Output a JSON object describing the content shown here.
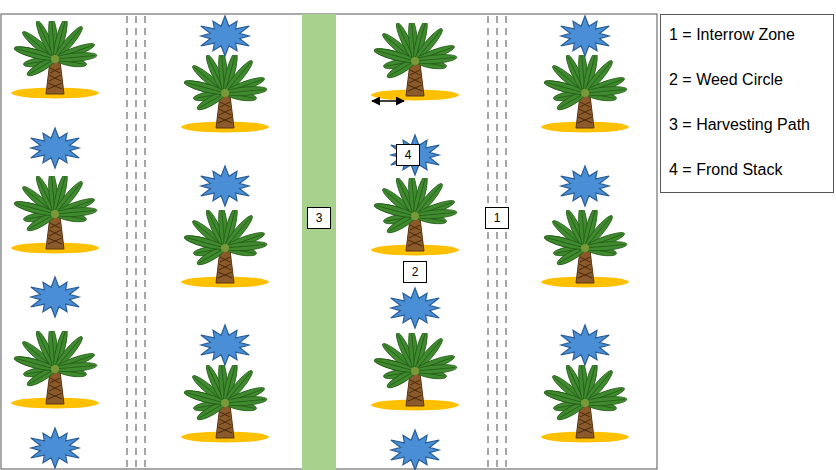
{
  "diagram": {
    "nodes": [
      {
        "text": [
          "4"
        ]
      },
      {
        "text": [
          "3"
        ]
      },
      {
        "text": [
          "1"
        ]
      },
      {
        "text": [
          "2"
        ]
      }
    ],
    "legend": [
      {
        "text": "1 = Interrow Zone"
      },
      {
        "text": "2 = Weed Circle"
      },
      {
        "text": "3 = Harvesting Path"
      },
      {
        "text": "4  = Frond Stack"
      }
    ]
  }
}
